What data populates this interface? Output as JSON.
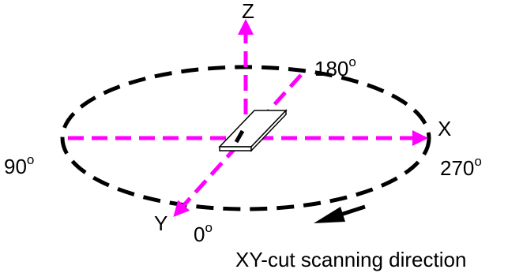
{
  "colors": {
    "axis": "#ff00ff",
    "orbit": "#000000",
    "text": "#000000",
    "sample_fill": "#ffffff"
  },
  "axes": {
    "z": "Z",
    "x": "X",
    "y": "Y"
  },
  "angles": [
    {
      "value": "0",
      "unit": "o"
    },
    {
      "value": "90",
      "unit": "o"
    },
    {
      "value": "180",
      "unit": "o"
    },
    {
      "value": "270",
      "unit": "o"
    }
  ],
  "caption": "XY-cut scanning direction"
}
